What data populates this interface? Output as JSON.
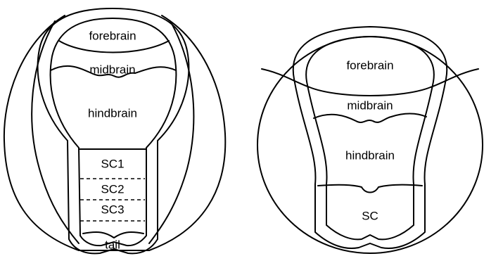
{
  "left_embryo": {
    "labels": {
      "forebrain": "forebrain",
      "midbrain": "midbrain",
      "hindbrain": "hindbrain",
      "sc1": "SC1",
      "sc2": "SC2",
      "sc3": "SC3",
      "tail": "tail"
    }
  },
  "right_embryo": {
    "labels": {
      "forebrain": "forebrain",
      "midbrain": "midbrain",
      "hindbrain": "hindbrain",
      "sc": "SC"
    }
  }
}
